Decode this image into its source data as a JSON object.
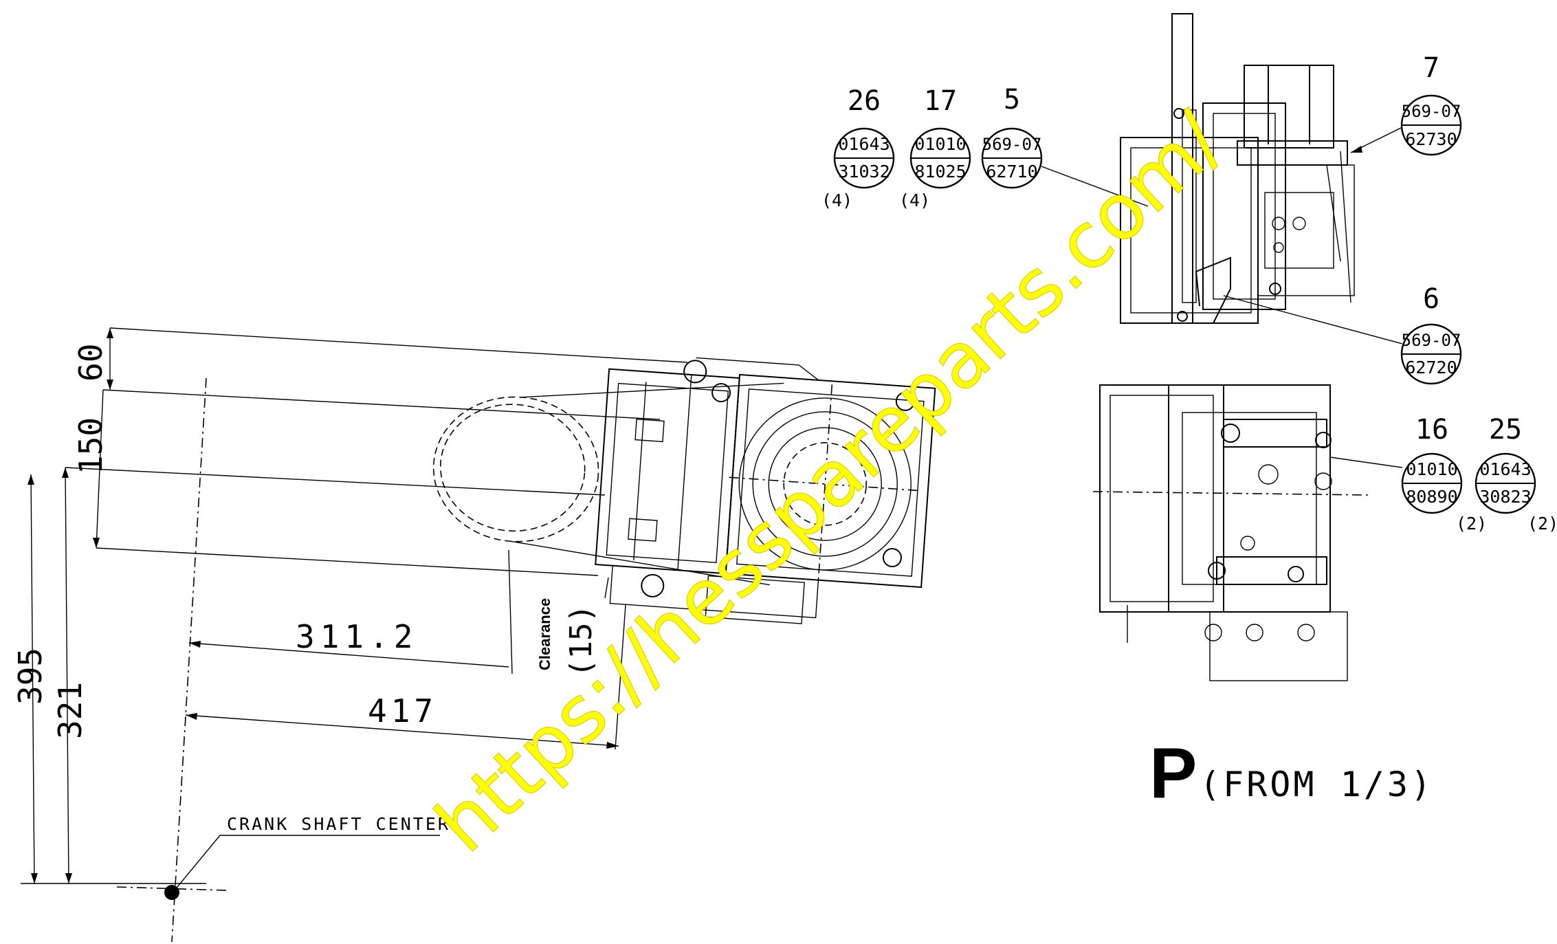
{
  "dimensions": {
    "d60": "60",
    "d150": "150",
    "d395": "395",
    "d321": "321",
    "d311": "311.2",
    "d417": "417",
    "clearance_label": "Clearance",
    "clearance_value": "(15)"
  },
  "crank_label": "CRANK SHAFT CENTER",
  "view_letter": "P",
  "view_ref": "(FROM 1/3)",
  "watermark": "https://hesspareparts.com/",
  "callouts": [
    {
      "item": "26",
      "part_top": "01643",
      "part_bottom": "31032",
      "qty": "(4)"
    },
    {
      "item": "17",
      "part_top": "01010",
      "part_bottom": "81025",
      "qty": "(4)"
    },
    {
      "item": "5",
      "part_top": "569-07",
      "part_bottom": "62710",
      "qty": ""
    },
    {
      "item": "7",
      "part_top": "569-07",
      "part_bottom": "62730",
      "qty": ""
    },
    {
      "item": "6",
      "part_top": "569-07",
      "part_bottom": "62720",
      "qty": ""
    },
    {
      "item": "16",
      "part_top": "01010",
      "part_bottom": "80890",
      "qty": "(2)"
    },
    {
      "item": "25",
      "part_top": "01643",
      "part_bottom": "30823",
      "qty": "(2)"
    }
  ]
}
